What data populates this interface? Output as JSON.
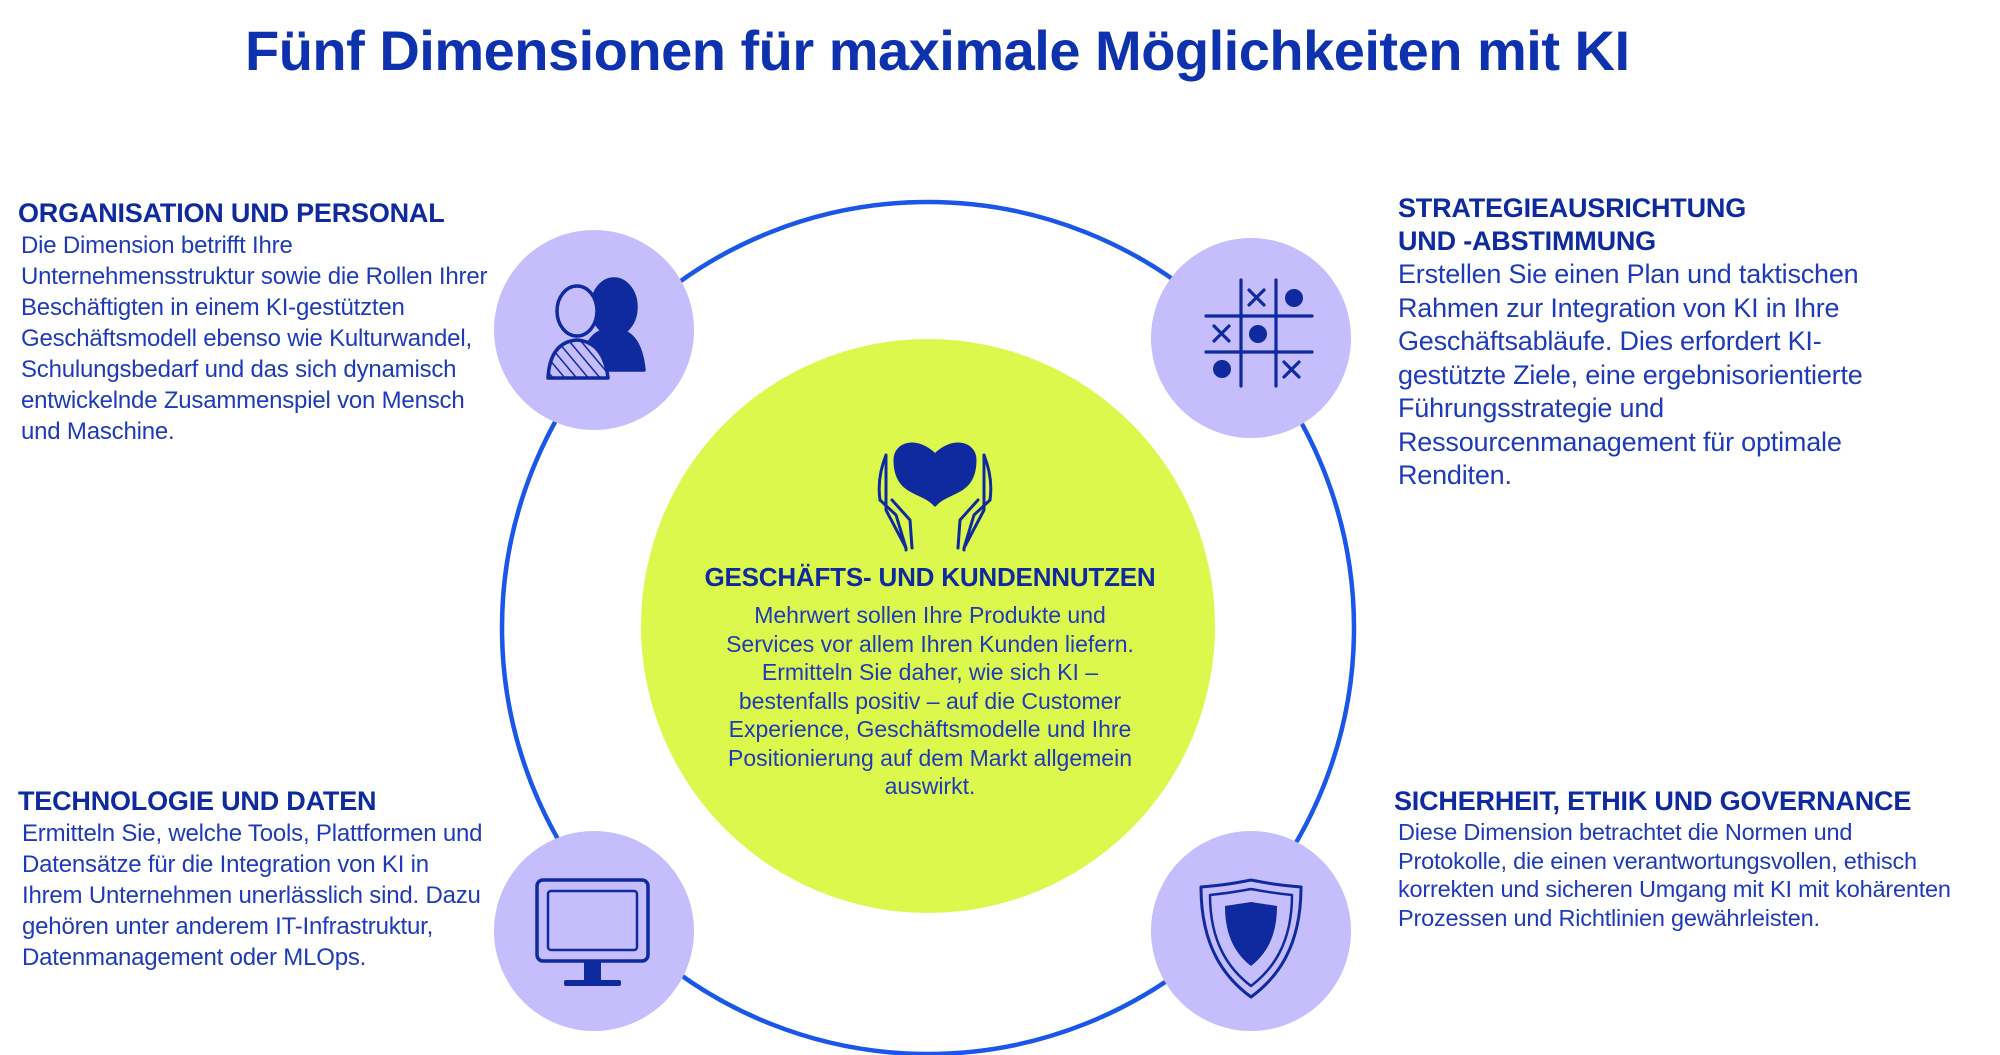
{
  "title": "Fünf Dimensionen für maximale Möglichkeiten mit KI",
  "colors": {
    "ring": "#1a56e8",
    "satellite": "#c6bdfd",
    "center": "#ddf84c",
    "icon": "#0e2a9e"
  },
  "dimensions": {
    "organisation": {
      "heading": "ORGANISATION UND PERSONAL",
      "text": "Die Dimension betrifft Ihre Unternehmensstruktur sowie die Rollen Ihrer Beschäftigten in einem KI-gestützten Geschäftsmodell ebenso wie Kulturwandel, Schulungsbedarf und das sich dynamisch entwickelnde Zusammenspiel von Mensch und Maschine.",
      "icon": "people-icon"
    },
    "strategy": {
      "heading_line1": "STRATEGIEAUSRICHTUNG",
      "heading_line2": "UND -ABSTIMMUNG",
      "text": "Erstellen Sie einen Plan und taktischen Rahmen zur Integration von KI in Ihre Geschäftsabläufe. Dies erfordert KI-gestützte Ziele, eine ergebnisorientierte Führungsstrategie und Ressourcenmanagement für optimale Renditen.",
      "icon": "tic-tac-toe-icon"
    },
    "value": {
      "heading": "GESCHÄFTS- UND KUNDENNUTZEN",
      "text": "Mehrwert sollen Ihre Produkte und Services vor allem Ihren Kunden liefern. Ermitteln Sie daher, wie sich KI – bestenfalls positiv – auf die Customer Experience, Geschäftsmodelle und Ihre Positionierung auf dem Markt allgemein auswirkt.",
      "icon": "hands-heart-icon"
    },
    "technology": {
      "heading": "TECHNOLOGIE UND DATEN",
      "text": "Ermitteln Sie, welche Tools, Plattformen und Datensätze für die Integration von KI in Ihrem Unternehmen unerlässlich sind. Dazu gehören unter anderem IT-Infrastruktur, Datenmanagement oder MLOps.",
      "icon": "monitor-icon"
    },
    "security": {
      "heading": "SICHERHEIT, ETHIK UND GOVERNANCE",
      "text": "Diese Dimension betrachtet die Normen und Protokolle, die einen verantwortungsvollen, ethisch korrekten und sicheren Umgang mit KI mit kohärenten Prozessen und Richtlinien gewährleisten.",
      "icon": "shield-icon"
    }
  }
}
